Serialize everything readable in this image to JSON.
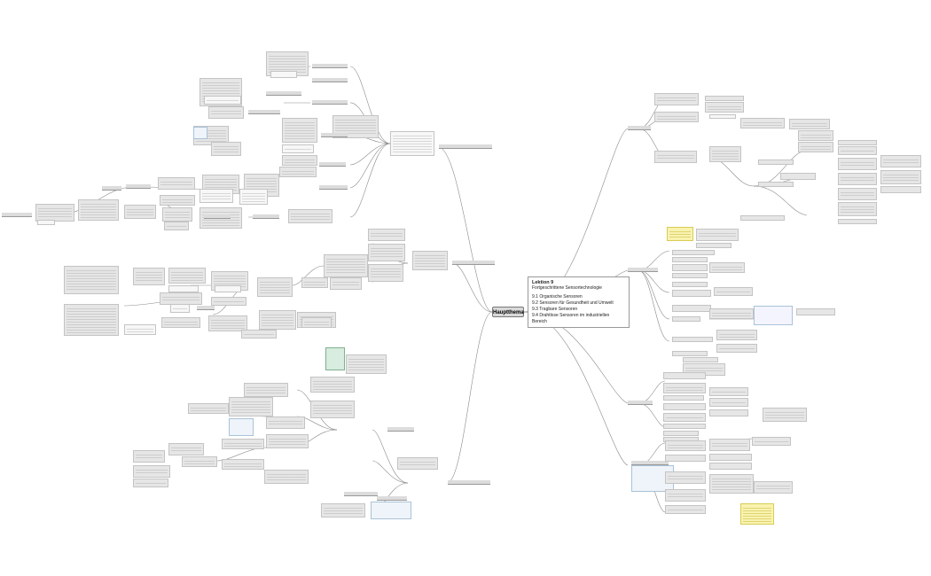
{
  "central_topic": "Hauptthema",
  "lesson": {
    "title": "Lektion 9",
    "subtitle": "Fortgeschrittene Sensortechnologie",
    "items": [
      "9.1  Organische Sensoren",
      "9.2  Sensoren für Gesundheit und Umwelt",
      "9.3  Tragbare Sensoren",
      "9.4  Drahtlose Sensoren im industriellen Bereich"
    ]
  },
  "colors": {
    "node_fill": "#e6e6e6",
    "node_border": "#c4c4c4",
    "connector": "#8a8a8a",
    "highlight": "#f9f3b0",
    "central_fill": "#d9d9d9"
  }
}
